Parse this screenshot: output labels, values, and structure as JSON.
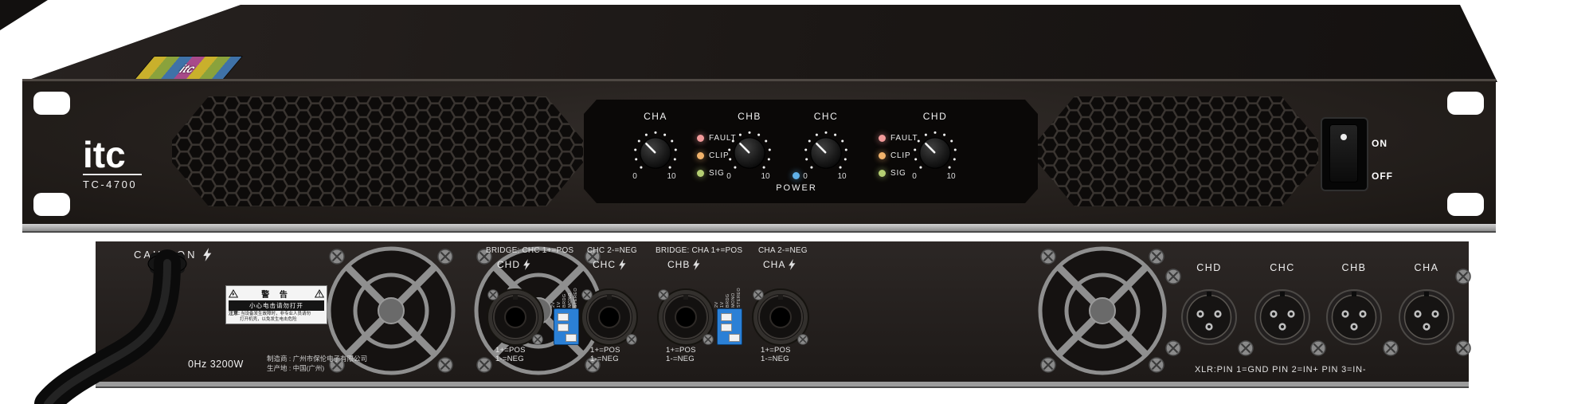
{
  "front": {
    "brand": "itc",
    "model": "TC-4700",
    "sticker_text": "itc",
    "channels": [
      {
        "label": "CHA",
        "min": "0",
        "max": "10"
      },
      {
        "label": "CHB",
        "min": "0",
        "max": "10"
      },
      {
        "label": "CHC",
        "min": "0",
        "max": "10"
      },
      {
        "label": "CHD",
        "min": "0",
        "max": "10"
      }
    ],
    "led_groups": [
      {
        "leds": [
          {
            "label": "FAULT",
            "color": "#f29a9a"
          },
          {
            "label": "CLIP",
            "color": "#f2b36b"
          },
          {
            "label": "SIG",
            "color": "#b5cf72"
          }
        ]
      },
      {
        "leds": [
          {
            "label": "FAULT",
            "color": "#f29a9a"
          },
          {
            "label": "CLIP",
            "color": "#f2b36b"
          },
          {
            "label": "SIG",
            "color": "#b5cf72"
          }
        ]
      }
    ],
    "power": {
      "label": "POWER",
      "led_color": "#5fb0e8"
    },
    "switch": {
      "on": "ON",
      "off": "OFF"
    }
  },
  "rear": {
    "caution": "CAUTION",
    "warning_label": {
      "title": "警 告",
      "subtitle": "小心电击请勿打开",
      "note_prefix": "注意:",
      "small_print_1": "当设备发生故障时，非专业人员请勿",
      "small_print_2": "打开机壳，以免发生电击危险"
    },
    "speakon_groups": [
      {
        "bridge_left": "BRIDGE: CHC 1+=POS",
        "bridge_right": "CHC 2-=NEG",
        "left": {
          "label": "CHD",
          "pos": "1+=POS",
          "neg": "1-=NEG"
        },
        "right": {
          "label": "CHC",
          "pos": "1+=POS",
          "neg": "1-=NEG"
        }
      },
      {
        "bridge_left": "BRIDGE: CHA 1+=POS",
        "bridge_right": "CHA 2-=NEG",
        "left": {
          "label": "CHB",
          "pos": "1+=POS",
          "neg": "1-=NEG"
        },
        "right": {
          "label": "CHA",
          "pos": "1+=POS",
          "neg": "1-=NEG"
        }
      }
    ],
    "dip_labels": [
      "2V",
      "1V",
      "BRDG",
      "MONO",
      "STEREO"
    ],
    "xlr_labels": [
      "CHD",
      "CHC",
      "CHB",
      "CHA"
    ],
    "xlr_note": "XLR:PIN 1=GND PIN 2=IN+ PIN 3=IN-",
    "power_spec": "0Hz 3200W",
    "maker_line1": "制造商 : 广州市保伦电子有限公司",
    "maker_line2": "生产地 : 中国(广州)"
  }
}
